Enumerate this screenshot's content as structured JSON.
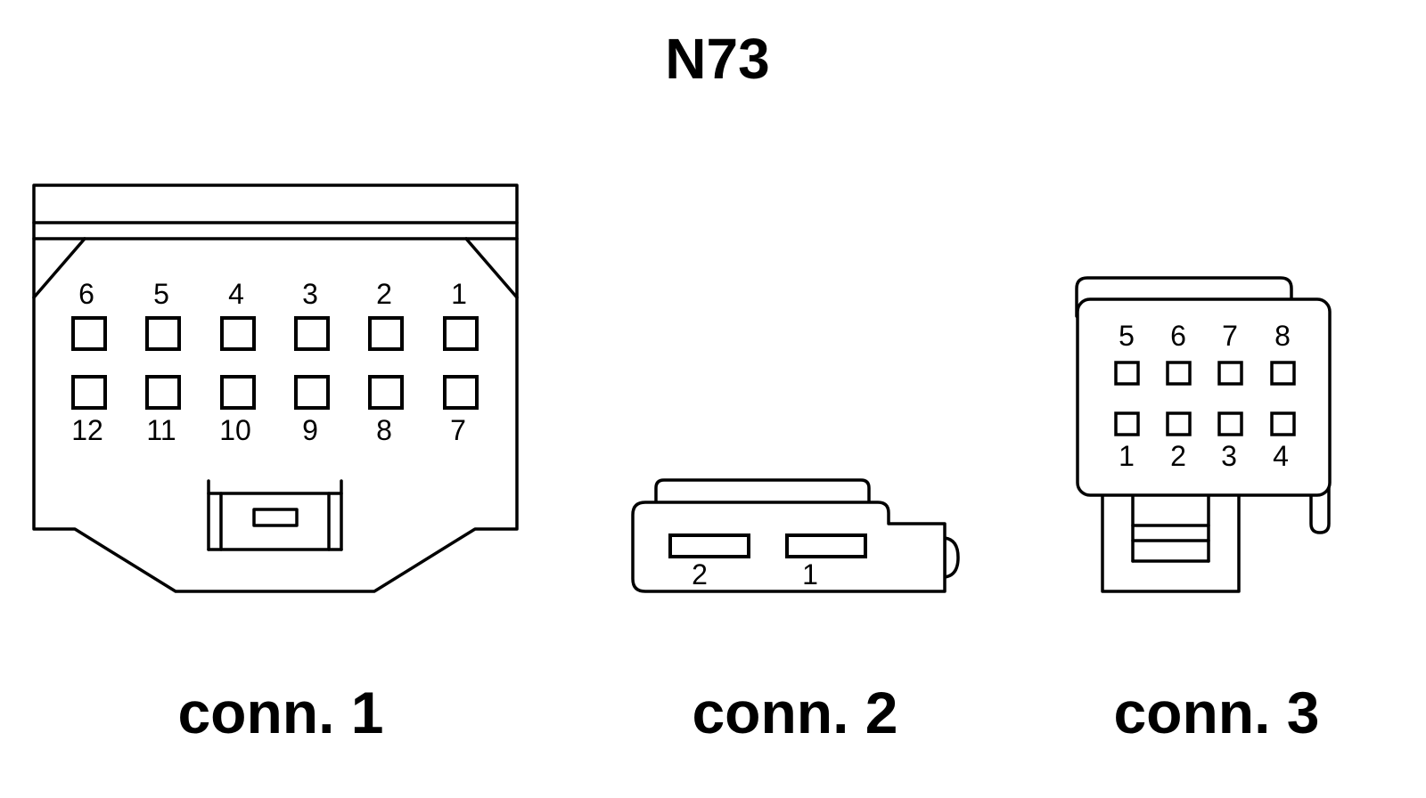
{
  "title": "N73",
  "connectors": [
    {
      "caption": "conn. 1",
      "pins_top": [
        "6",
        "5",
        "4",
        "3",
        "2",
        "1"
      ],
      "pins_bottom": [
        "12",
        "11",
        "10",
        "9",
        "8",
        "7"
      ]
    },
    {
      "caption": "conn. 2",
      "pins": [
        "2",
        "1"
      ]
    },
    {
      "caption": "conn. 3",
      "pins_top": [
        "5",
        "6",
        "7",
        "8"
      ],
      "pins_bottom": [
        "1",
        "2",
        "3",
        "4"
      ]
    }
  ],
  "colors": {
    "line": "#000000",
    "background": "#ffffff"
  }
}
